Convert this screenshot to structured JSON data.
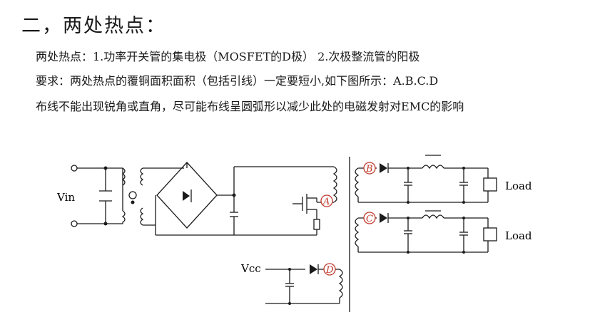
{
  "heading": "二，两处热点：",
  "paragraphs": {
    "line1": "两处热点：1.功率开关管的集电极（MOSFET的D极） 2.次极整流管的阳极",
    "line2": "要求：两处热点的覆铜面积面积（包括引线）一定要短小,如下图所示：A.B.C.D",
    "line3": "布线不能出现锐角或直角，尽可能布线呈圆弧形以减少此处的电磁发射对EMC的影响"
  },
  "diagram": {
    "vin_label": "Vin",
    "vcc_label": "Vcc",
    "load_label_1": "Load",
    "load_label_2": "Load",
    "marker_a": "A",
    "marker_b": "B",
    "marker_c": "C",
    "marker_d": "D",
    "marker_color": "#c0392b"
  }
}
